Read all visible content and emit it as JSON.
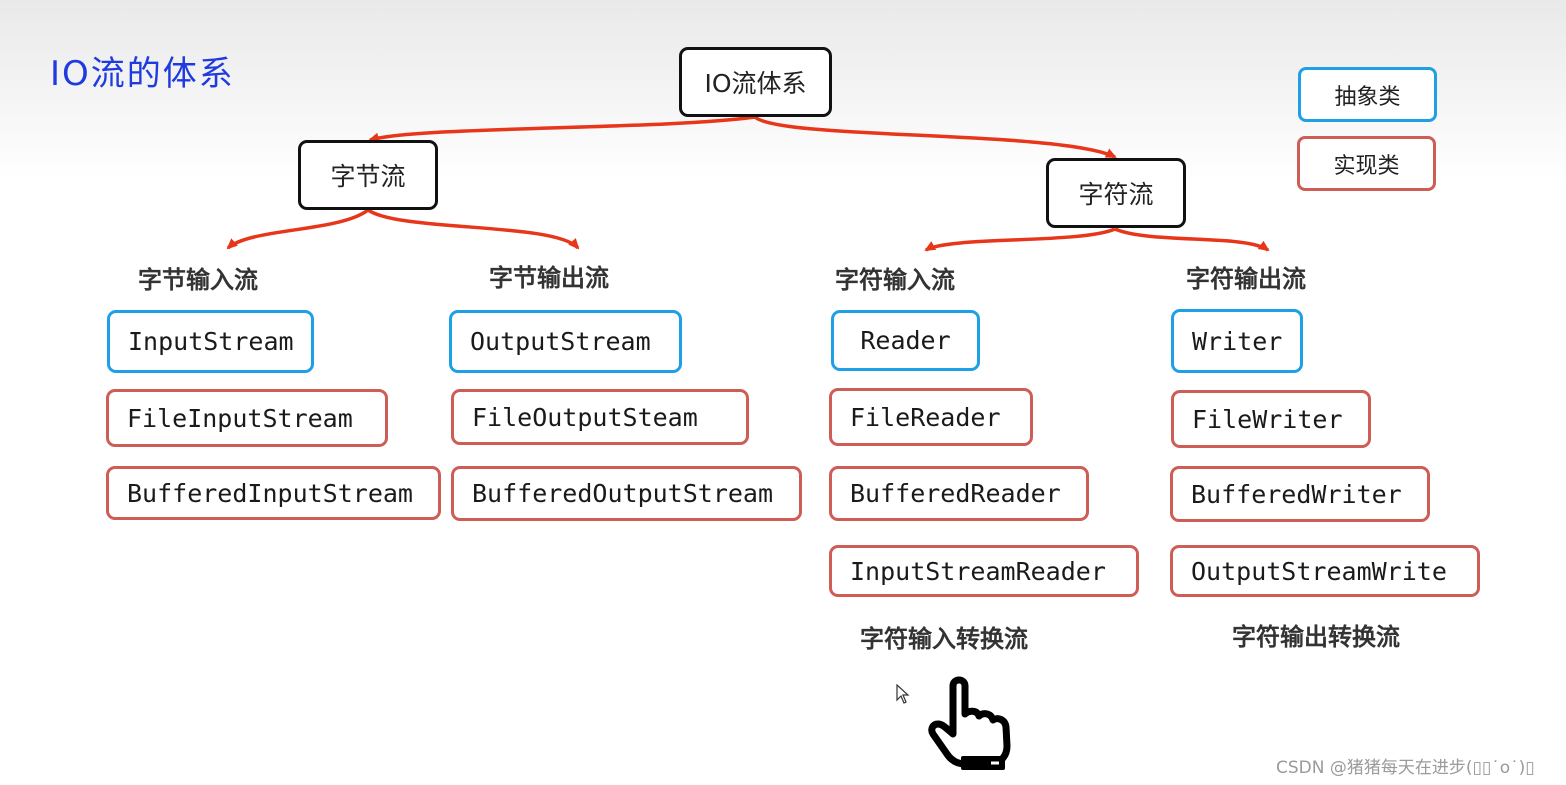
{
  "title": "IO流的体系",
  "root": "IO流体系",
  "legend": {
    "abstract_label": "抽象类",
    "impl_label": "实现类",
    "abstract_color": "#1ea0e6",
    "impl_color": "#cd5d55"
  },
  "byte_stream": {
    "label": "字节流",
    "input": {
      "heading": "字节输入流",
      "abstract": "InputStream",
      "impls": [
        "FileInputStream",
        "BufferedInputStream"
      ]
    },
    "output": {
      "heading": "字节输出流",
      "abstract": "OutputStream",
      "impls": [
        "FileOutputSteam",
        "BufferedOutputStream"
      ]
    }
  },
  "char_stream": {
    "label": "字符流",
    "input": {
      "heading": "字符输入流",
      "abstract": "Reader",
      "impls": [
        "FileReader",
        "BufferedReader",
        "InputStreamReader"
      ],
      "convert_caption": "字符输入转换流"
    },
    "output": {
      "heading": "字符输出流",
      "abstract": "Writer",
      "impls": [
        "FileWriter",
        "BufferedWriter",
        "OutputStreamWrite"
      ],
      "convert_caption": "字符输出转换流"
    }
  },
  "arrow_color": "#e8361a",
  "watermark": "CSDN @猪猪每天在进步(▯▯˙o˙)▯"
}
